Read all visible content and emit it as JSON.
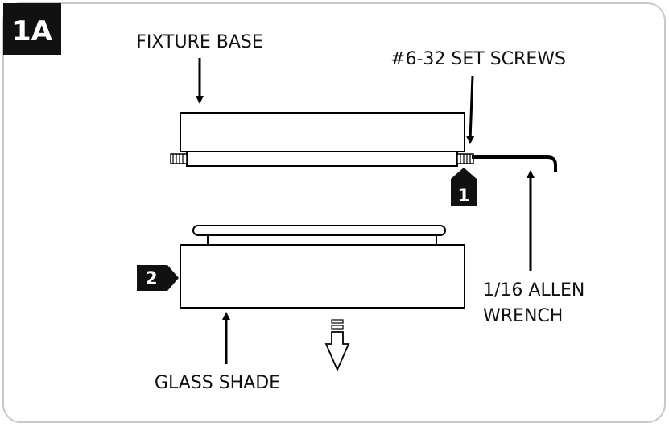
{
  "figure": {
    "step_badge": "1A",
    "labels": {
      "fixture_base": "FIXTURE BASE",
      "set_screws": "#6-32 SET SCREWS",
      "allen_wrench_line1": "1/16 ALLEN",
      "allen_wrench_line2": "WRENCH",
      "glass_shade": "GLASS SHADE"
    },
    "callouts": {
      "step1": "1",
      "step2": "2"
    }
  }
}
